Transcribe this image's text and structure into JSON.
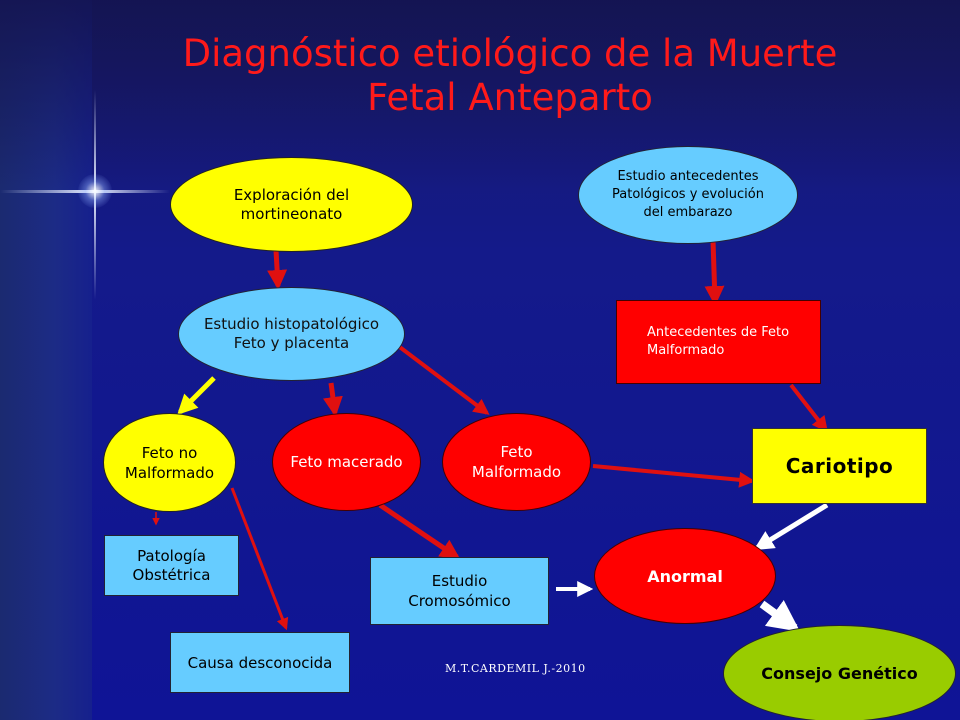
{
  "title": {
    "line1": "Diagnóstico etiológico de la Muerte",
    "line2": "Fetal Anteparto"
  },
  "nodes": {
    "exploracion": {
      "line1": "Exploración del",
      "line2": "mortineonato"
    },
    "estudio_antecedentes": {
      "line1": "Estudio antecedentes",
      "line2": "Patológicos y evolución",
      "line3": "del embarazo"
    },
    "estudio_histopatologico": {
      "line1": "Estudio histopatológico",
      "line2": "Feto y placenta"
    },
    "antecedentes_feto": {
      "line1": "Antecedentes de Feto",
      "line2": "Malformado"
    },
    "feto_no_malformado": {
      "line1": "Feto no",
      "line2": "Malformado"
    },
    "feto_macerado": {
      "label": "Feto macerado"
    },
    "feto_malformado": {
      "line1": "Feto",
      "line2": "Malformado"
    },
    "cariotipo": {
      "label": "Cariotipo"
    },
    "patologia": {
      "line1": "Patología",
      "line2": "Obstétrica"
    },
    "estudio_cromosomico": {
      "line1": "Estudio",
      "line2": "Cromosómico"
    },
    "anormal": {
      "label": "Anormal"
    },
    "causa_desconocida": {
      "label": "Causa desconocida"
    },
    "consejo_genetico": {
      "label": "Consejo Genético"
    }
  },
  "footer": "M.T.CARDEMIL J.-2010",
  "colors": {
    "background": "#0f1496",
    "title": "#ff1a1a",
    "yellow": "#ffff00",
    "light_blue": "#66ccff",
    "red": "#ff0000",
    "green": "#99cc00",
    "arrow_red": "#e01010",
    "arrow_yellow": "#ffff00",
    "arrow_white": "#ffffff"
  }
}
